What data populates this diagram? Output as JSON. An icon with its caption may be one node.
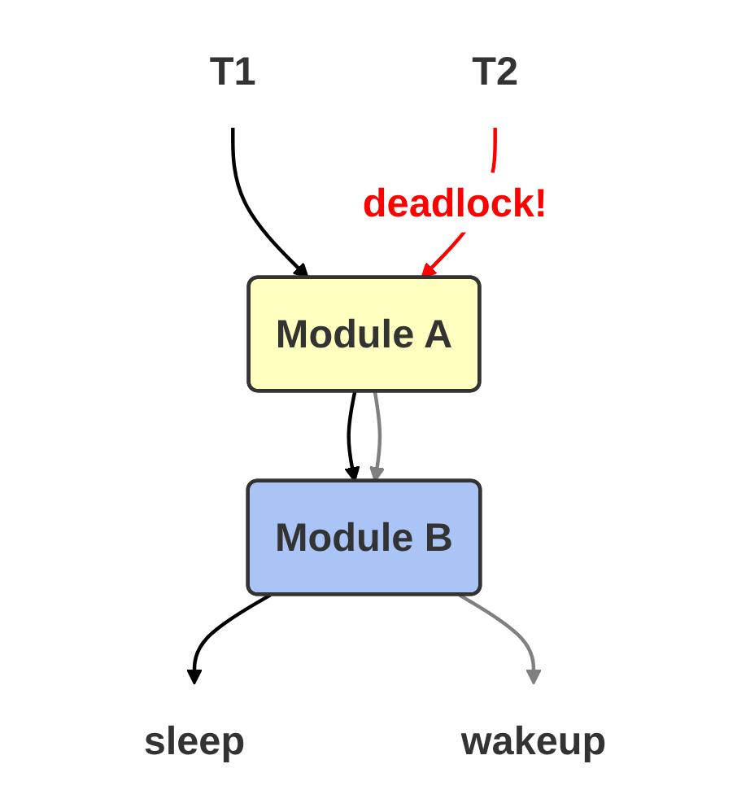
{
  "diagram": {
    "nodes": [
      {
        "text": [
          "T1"
        ]
      },
      {
        "text": [
          "T2"
        ]
      },
      {
        "text": [
          "Module A"
        ]
      },
      {
        "text": [
          "Module B"
        ]
      },
      {
        "text": [
          "sleep"
        ]
      },
      {
        "text": [
          "wakeup"
        ]
      }
    ],
    "edges": [
      {
        "from": 0,
        "to": 2,
        "arrow": "to"
      },
      {
        "from": 1,
        "to": 2,
        "arrow": "to",
        "label": "deadlock!",
        "color": "#ff0000"
      },
      {
        "from": 2,
        "to": 3,
        "arrow": "to"
      },
      {
        "from": 2,
        "to": 3,
        "arrow": "to",
        "color": "#808080"
      },
      {
        "from": 3,
        "to": 4,
        "arrow": "to"
      },
      {
        "from": 3,
        "to": 5,
        "arrow": "to",
        "color": "#808080"
      }
    ]
  }
}
